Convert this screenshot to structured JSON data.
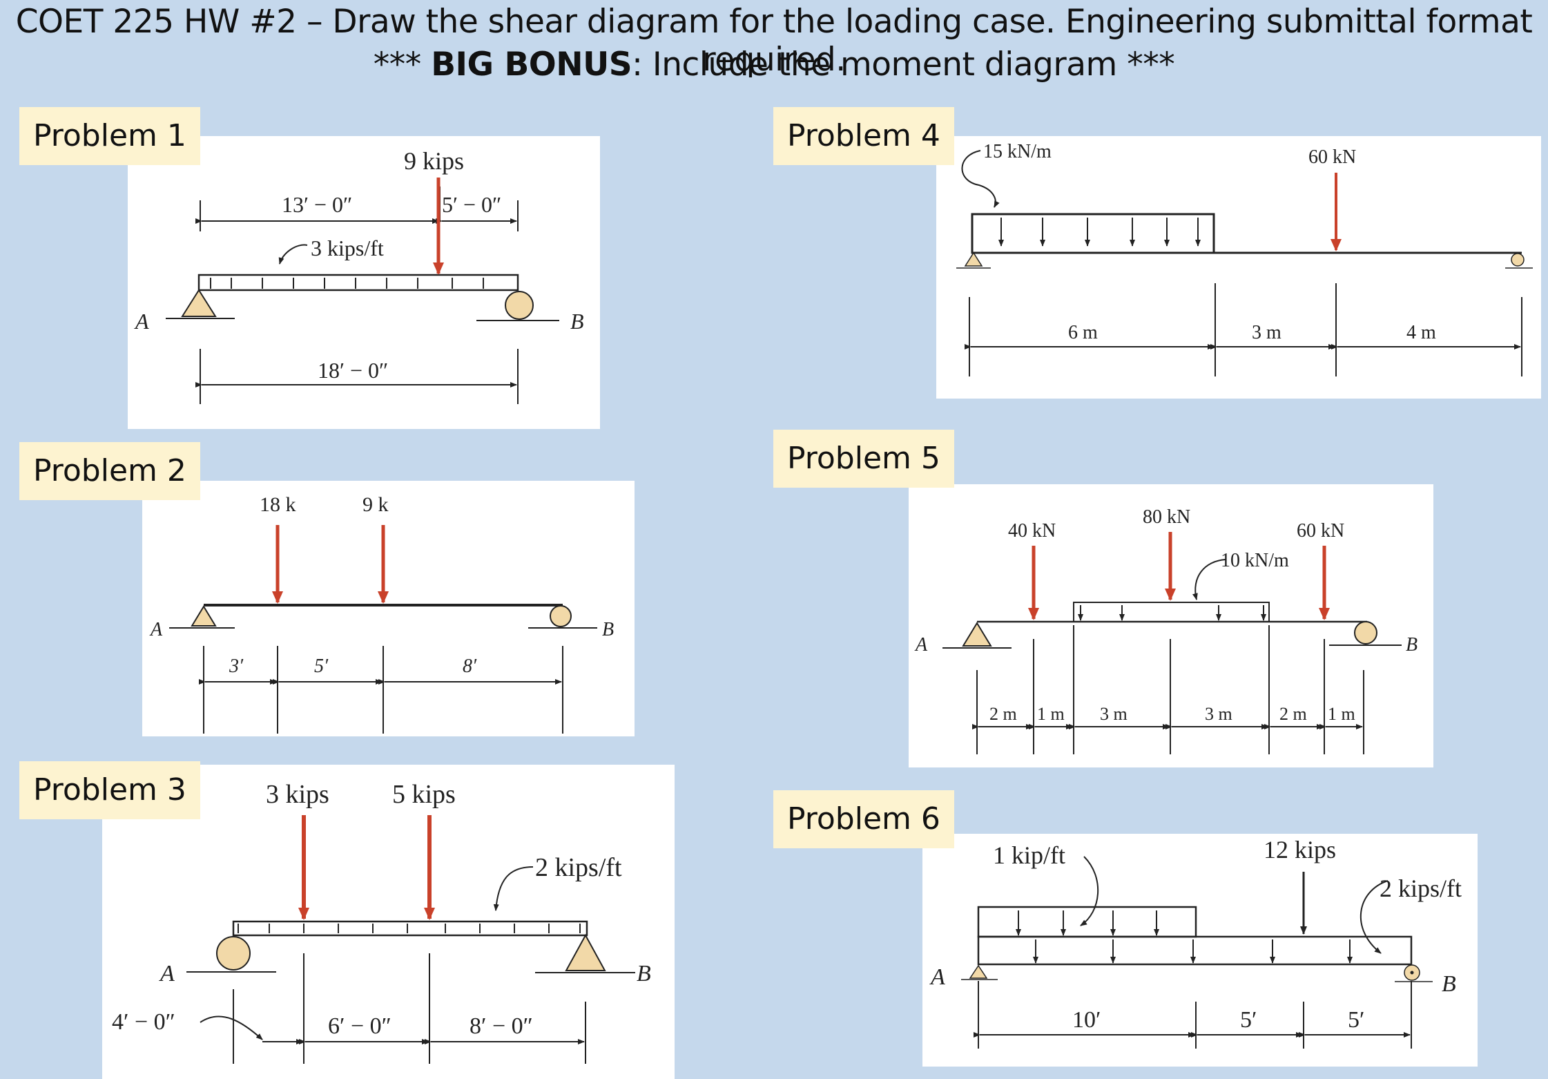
{
  "header": {
    "line1": "COET 225 HW #2 – Draw the shear diagram for the loading case.  Engineering submittal format required.",
    "line2_prefix": "*** ",
    "line2_bold": "BIG BONUS",
    "line2_rest": ":  Include the moment diagram ***"
  },
  "problems": [
    {
      "label": "Problem 1",
      "load": "9 kips",
      "dist": "3 kips/ft",
      "dim_a": "13′ − 0″",
      "dim_b": "5′ − 0″",
      "span": "18′ − 0″",
      "support_a": "A",
      "support_b": "B"
    },
    {
      "label": "Problem 2",
      "load1": "18 k",
      "load2": "9 k",
      "dim1": "3′",
      "dim2": "5′",
      "dim3": "8′",
      "support_a": "A",
      "support_b": "B"
    },
    {
      "label": "Problem 3",
      "load1": "3 kips",
      "load2": "5 kips",
      "dist": "2 kips/ft",
      "dim0": "4′ − 0″",
      "dim1": "6′ − 0″",
      "dim2": "8′ − 0″",
      "support_a": "A",
      "support_b": "B"
    },
    {
      "label": "Problem 4",
      "dist": "15 kN/m",
      "load": "60 kN",
      "dim1": "6 m",
      "dim2": "3 m",
      "dim3": "4 m"
    },
    {
      "label": "Problem 5",
      "load1": "40 kN",
      "load2": "80 kN",
      "load3": "60 kN",
      "dist": "10 kN/m",
      "dims": [
        "2 m",
        "1 m",
        "3 m",
        "3 m",
        "2 m",
        "1 m"
      ],
      "support_a": "A",
      "support_b": "B"
    },
    {
      "label": "Problem 6",
      "dist1": "1 kip/ft",
      "load": "12 kips",
      "dist2": "2 kips/ft",
      "dim1": "10′",
      "dim2": "5′",
      "dim3": "5′",
      "support_a": "A",
      "support_b": "B"
    }
  ],
  "colors": {
    "background": "#c5d8ec",
    "label_bg": "#fdf3d0",
    "load_arrow": "#c9412a"
  }
}
